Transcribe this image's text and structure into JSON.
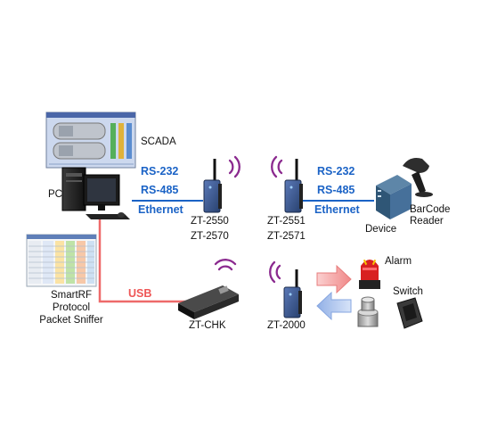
{
  "labels": {
    "scada": "SCADA",
    "pc": "PC",
    "smartrf_line1": "SmartRF",
    "smartrf_line2": "Protocol",
    "smartrf_line3": "Packet Sniffer",
    "zt2550": "ZT-2550",
    "zt2570": "ZT-2570",
    "zt2551": "ZT-2551",
    "zt2571": "ZT-2571",
    "device": "Device",
    "barcode_line1": "BarCode",
    "barcode_line2": "Reader",
    "ztchk": "ZT-CHK",
    "zt2000": "ZT-2000",
    "alarm": "Alarm",
    "switch": "Switch"
  },
  "links": {
    "left": {
      "rs232": "RS-232",
      "rs485": "RS-485",
      "ethernet": "Ethernet"
    },
    "right": {
      "rs232": "RS-232",
      "rs485": "RS-485",
      "ethernet": "Ethernet"
    },
    "usb": "USB"
  },
  "colors": {
    "protocol_blue": "#1b63c6",
    "usb_red": "#ee5555",
    "wifi_purple": "#8b2a8f",
    "arrow_red": "#f7a0a0",
    "arrow_blue": "#a9c3ef"
  }
}
